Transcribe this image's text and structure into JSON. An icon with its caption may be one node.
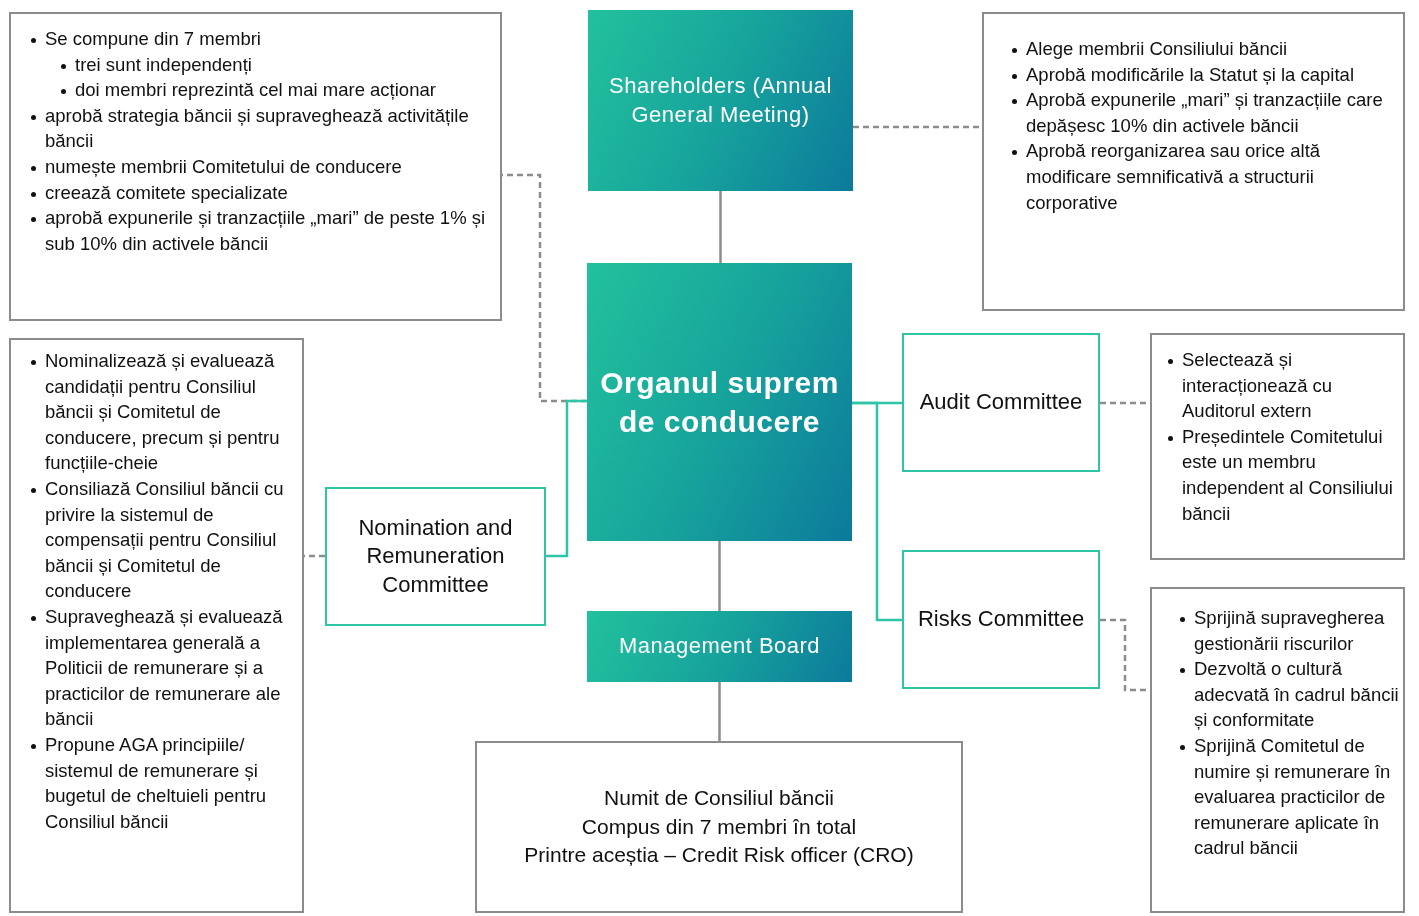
{
  "diagram": {
    "nodes": [
      {
        "text": [
          "Shareholders (Annual General Meeting)"
        ]
      },
      {
        "text": [
          "Alege membrii Consiliului băncii",
          "Aprobă modificările la Statut și la capital",
          "Aprobă expunerile „mari” și tranzacțiile care depășesc 10% din activele băncii",
          "Aprobă reorganizarea sau orice altă modificare semnificativă a structurii corporative"
        ]
      },
      {
        "text": [
          "Se compune din 7 membri",
          "trei sunt independenți",
          "doi membri reprezintă cel mai mare acționar",
          "aprobă strategia băncii și supraveghează activitățile băncii",
          "numește membrii Comitetului de conducere",
          "creează comitete specializate",
          "aprobă expunerile și tranzacțiile „mari” de peste 1% și sub 10% din activele băncii"
        ]
      },
      {
        "text": [
          "Organul suprem de conducere"
        ]
      },
      {
        "text": [
          "Audit Committee"
        ]
      },
      {
        "text": [
          "Selectează și interacționează cu Auditorul extern",
          "Președintele Comitetului este un membru independent al Consiliului băncii"
        ]
      },
      {
        "text": [
          "Nomination and Remuneration Committee"
        ]
      },
      {
        "text": [
          "Nominalizează și evaluează candidații pentru Consiliul băncii și Comitetul de conducere, precum și pentru funcțiile-cheie",
          "Consiliază Consiliul băncii cu privire la sistemul de compensații pentru Consiliul băncii și Comitetul de conducere",
          "Supraveghează și evaluează implementarea generală a Politicii de remunerare și a practicilor de remunerare ale băncii",
          "Propune AGA principiile/ sistemul de remunerare și bugetul de cheltuieli pentru Consiliul băncii"
        ]
      },
      {
        "text": [
          "Risks Committee"
        ]
      },
      {
        "text": [
          "Sprijină supravegherea gestionării riscurilor",
          "Dezvoltă o cultură adecvată în cadrul băncii și conformitate",
          "Sprijină Comitetul de numire și remunerare în evaluarea practicilor de remunerare aplicate în cadrul băncii"
        ]
      },
      {
        "text": [
          "Management Board"
        ]
      },
      {
        "text": [
          "Numit de Consiliul băncii",
          "Compus din 7 membri în total",
          "Printre aceștia – Credit Risk officer (CRO)"
        ]
      }
    ],
    "edges": [
      {
        "from": 0,
        "to": 3,
        "arrow": "none"
      },
      {
        "from": 0,
        "to": 1,
        "arrow": "none",
        "style": "dashed"
      },
      {
        "from": 3,
        "to": 2,
        "arrow": "none",
        "style": "dashed"
      },
      {
        "from": 3,
        "to": 4,
        "arrow": "none",
        "color": "#2ec4a6"
      },
      {
        "from": 3,
        "to": 6,
        "arrow": "none",
        "color": "#2ec4a6"
      },
      {
        "from": 3,
        "to": 8,
        "arrow": "none",
        "color": "#2ec4a6"
      },
      {
        "from": 4,
        "to": 5,
        "arrow": "none",
        "style": "dashed"
      },
      {
        "from": 6,
        "to": 7,
        "arrow": "none",
        "style": "dashed"
      },
      {
        "from": 8,
        "to": 9,
        "arrow": "none",
        "style": "dashed"
      },
      {
        "from": 3,
        "to": 10,
        "arrow": "none"
      },
      {
        "from": 10,
        "to": 11,
        "arrow": "none"
      }
    ]
  }
}
